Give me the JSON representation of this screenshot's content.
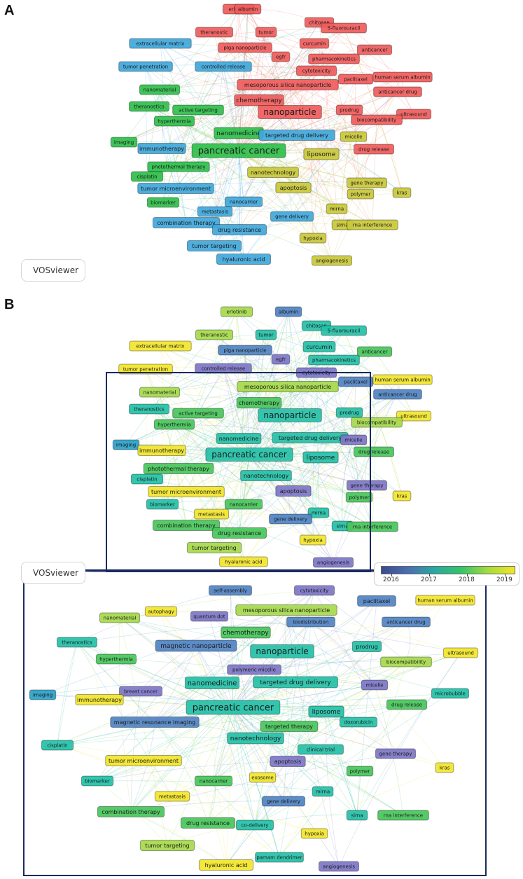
{
  "panels": {
    "a_letter": "A",
    "b_letter": "B"
  },
  "logo": {
    "text": "VOSviewer"
  },
  "colorbar": {
    "labels": [
      "2016",
      "2017",
      "2018",
      "2019"
    ]
  },
  "colors": {
    "red": "#f05b5b",
    "blue": "#3fa7db",
    "green": "#2ebf4a",
    "yellow": "#c9c838",
    "navy": "#1a2a5e",
    "ov_blue": "#4f82c2",
    "ov_purple": "#7d75c7",
    "ov_teal": "#23c0a7",
    "ov_green": "#46c65a",
    "ov_lime": "#a5d94a",
    "ov_yellow": "#f2e52a",
    "ov_cyan": "#2aa0c8"
  },
  "clusters_note_colors": {
    "red": "#f05b5b",
    "blue": "#3fa7db",
    "green": "#2ebf4a",
    "yellow": "#c9c838"
  },
  "network_a": [
    {
      "label": "erlotinib",
      "c": "red"
    },
    {
      "label": "albumin",
      "c": "red"
    },
    {
      "label": "chitosan",
      "c": "red"
    },
    {
      "label": "5-fluorouracil",
      "c": "red"
    },
    {
      "label": "theranostic",
      "c": "red"
    },
    {
      "label": "tumor",
      "c": "red"
    },
    {
      "label": "curcumin",
      "c": "red"
    },
    {
      "label": "anticancer",
      "c": "red"
    },
    {
      "label": "extracellular matrix",
      "c": "blue"
    },
    {
      "label": "plga nanoparticle",
      "c": "red"
    },
    {
      "label": "egfr",
      "c": "red"
    },
    {
      "label": "pharmacokinetics",
      "c": "red"
    },
    {
      "label": "tumor penetration",
      "c": "blue"
    },
    {
      "label": "controlled release",
      "c": "blue"
    },
    {
      "label": "cytotoxicity",
      "c": "red"
    },
    {
      "label": "human serum albumin",
      "c": "red"
    },
    {
      "label": "paclitaxel",
      "c": "red"
    },
    {
      "label": "nanomaterial",
      "c": "green"
    },
    {
      "label": "mesoporous silica nanoparticle",
      "c": "red"
    },
    {
      "label": "anticancer drug",
      "c": "red"
    },
    {
      "label": "theranostics",
      "c": "green"
    },
    {
      "label": "active targeting",
      "c": "green"
    },
    {
      "label": "chemotherapy",
      "c": "red"
    },
    {
      "label": "nanoparticle",
      "c": "red"
    },
    {
      "label": "prodrug",
      "c": "red"
    },
    {
      "label": "ultrasound",
      "c": "red"
    },
    {
      "label": "hyperthermia",
      "c": "green"
    },
    {
      "label": "biocompatibility",
      "c": "red"
    },
    {
      "label": "nanomedicine",
      "c": "green"
    },
    {
      "label": "targeted drug delivery",
      "c": "blue"
    },
    {
      "label": "micelle",
      "c": "yellow"
    },
    {
      "label": "imaging",
      "c": "green"
    },
    {
      "label": "immunotherapy",
      "c": "blue"
    },
    {
      "label": "pancreatic cancer",
      "c": "green"
    },
    {
      "label": "liposome",
      "c": "yellow"
    },
    {
      "label": "drug release",
      "c": "red"
    },
    {
      "label": "photothermal therapy",
      "c": "green"
    },
    {
      "label": "nanotechnology",
      "c": "yellow"
    },
    {
      "label": "cisplatin",
      "c": "green"
    },
    {
      "label": "gene therapy",
      "c": "yellow"
    },
    {
      "label": "tumor microenvironment",
      "c": "blue"
    },
    {
      "label": "apoptosis",
      "c": "yellow"
    },
    {
      "label": "polymer",
      "c": "yellow"
    },
    {
      "label": "kras",
      "c": "yellow"
    },
    {
      "label": "biomarker",
      "c": "green"
    },
    {
      "label": "nanocarrier",
      "c": "blue"
    },
    {
      "label": "metastasis",
      "c": "blue"
    },
    {
      "label": "mirna",
      "c": "yellow"
    },
    {
      "label": "gene delivery",
      "c": "blue"
    },
    {
      "label": "combination therapy",
      "c": "blue"
    },
    {
      "label": "sirna",
      "c": "yellow"
    },
    {
      "label": "rna interference",
      "c": "yellow"
    },
    {
      "label": "drug resistance",
      "c": "blue"
    },
    {
      "label": "hypoxia",
      "c": "yellow"
    },
    {
      "label": "tumor targeting",
      "c": "blue"
    },
    {
      "label": "hyaluronic acid",
      "c": "blue"
    },
    {
      "label": "angiogenesis",
      "c": "yellow"
    }
  ],
  "network_b": [
    {
      "label": "erlotinib",
      "c": "ov_lime"
    },
    {
      "label": "albumin",
      "c": "ov_blue"
    },
    {
      "label": "chitosan",
      "c": "ov_teal"
    },
    {
      "label": "5-fluorouracil",
      "c": "ov_teal"
    },
    {
      "label": "theranostic",
      "c": "ov_lime"
    },
    {
      "label": "tumor",
      "c": "ov_teal"
    },
    {
      "label": "curcumin",
      "c": "ov_teal"
    },
    {
      "label": "anticancer",
      "c": "ov_green"
    },
    {
      "label": "extracellular matrix",
      "c": "ov_yellow"
    },
    {
      "label": "plga nanoparticle",
      "c": "ov_blue"
    },
    {
      "label": "egfr",
      "c": "ov_purple"
    },
    {
      "label": "pharmacokinetics",
      "c": "ov_teal"
    },
    {
      "label": "tumor penetration",
      "c": "ov_yellow"
    },
    {
      "label": "controlled release",
      "c": "ov_purple"
    },
    {
      "label": "cytotoxicity",
      "c": "ov_purple"
    },
    {
      "label": "human serum albumin",
      "c": "ov_yellow"
    },
    {
      "label": "paclitaxel",
      "c": "ov_blue"
    },
    {
      "label": "nanomaterial",
      "c": "ov_lime"
    },
    {
      "label": "mesoporous silica nanoparticle",
      "c": "ov_lime"
    },
    {
      "label": "anticancer drug",
      "c": "ov_blue"
    },
    {
      "label": "theranostics",
      "c": "ov_teal"
    },
    {
      "label": "active targeting",
      "c": "ov_green"
    },
    {
      "label": "chemotherapy",
      "c": "ov_green"
    },
    {
      "label": "nanoparticle",
      "c": "ov_teal"
    },
    {
      "label": "prodrug",
      "c": "ov_teal"
    },
    {
      "label": "ultrasound",
      "c": "ov_yellow"
    },
    {
      "label": "hyperthermia",
      "c": "ov_green"
    },
    {
      "label": "biocompatibility",
      "c": "ov_lime"
    },
    {
      "label": "nanomedicine",
      "c": "ov_teal"
    },
    {
      "label": "targeted drug delivery",
      "c": "ov_teal"
    },
    {
      "label": "micelle",
      "c": "ov_purple"
    },
    {
      "label": "imaging",
      "c": "ov_cyan"
    },
    {
      "label": "immunotherapy",
      "c": "ov_yellow"
    },
    {
      "label": "pancreatic cancer",
      "c": "ov_teal"
    },
    {
      "label": "liposome",
      "c": "ov_teal"
    },
    {
      "label": "drug release",
      "c": "ov_green"
    },
    {
      "label": "photothermal therapy",
      "c": "ov_green"
    },
    {
      "label": "nanotechnology",
      "c": "ov_teal"
    },
    {
      "label": "cisplatin",
      "c": "ov_teal"
    },
    {
      "label": "gene therapy",
      "c": "ov_purple"
    },
    {
      "label": "tumor microenvironment",
      "c": "ov_yellow"
    },
    {
      "label": "apoptosis",
      "c": "ov_purple"
    },
    {
      "label": "polymer",
      "c": "ov_green"
    },
    {
      "label": "kras",
      "c": "ov_yellow"
    },
    {
      "label": "biomarker",
      "c": "ov_teal"
    },
    {
      "label": "nanocarrier",
      "c": "ov_green"
    },
    {
      "label": "metastasis",
      "c": "ov_yellow"
    },
    {
      "label": "mirna",
      "c": "ov_teal"
    },
    {
      "label": "gene delivery",
      "c": "ov_blue"
    },
    {
      "label": "combination therapy",
      "c": "ov_green"
    },
    {
      "label": "sirna",
      "c": "ov_teal"
    },
    {
      "label": "rna interference",
      "c": "ov_green"
    },
    {
      "label": "drug resistance",
      "c": "ov_green"
    },
    {
      "label": "hypoxia",
      "c": "ov_yellow"
    },
    {
      "label": "tumor targeting",
      "c": "ov_lime"
    },
    {
      "label": "hyaluronic acid",
      "c": "ov_yellow"
    },
    {
      "label": "angiogenesis",
      "c": "ov_purple"
    }
  ],
  "network_zoom": [
    {
      "label": "self-assembly",
      "c": "ov_blue"
    },
    {
      "label": "cytotoxicity",
      "c": "ov_purple"
    },
    {
      "label": "paclitaxel",
      "c": "ov_blue"
    },
    {
      "label": "human serum albumin",
      "c": "ov_yellow"
    },
    {
      "label": "mesoporous silica nanoparticle",
      "c": "ov_lime"
    },
    {
      "label": "nanomaterial",
      "c": "ov_lime"
    },
    {
      "label": "autophagy",
      "c": "ov_yellow"
    },
    {
      "label": "quantum dot",
      "c": "ov_purple"
    },
    {
      "label": "biodistribution",
      "c": "ov_blue"
    },
    {
      "label": "anticancer drug",
      "c": "ov_blue"
    },
    {
      "label": "chemotherapy",
      "c": "ov_green"
    },
    {
      "label": "theranostics",
      "c": "ov_teal"
    },
    {
      "label": "magnetic nanoparticle",
      "c": "ov_blue"
    },
    {
      "label": "nanoparticle",
      "c": "ov_teal"
    },
    {
      "label": "prodrug",
      "c": "ov_teal"
    },
    {
      "label": "ultrasound",
      "c": "ov_yellow"
    },
    {
      "label": "hyperthermia",
      "c": "ov_green"
    },
    {
      "label": "polymeric micelle",
      "c": "ov_purple"
    },
    {
      "label": "biocompatibility",
      "c": "ov_lime"
    },
    {
      "label": "nanomedicine",
      "c": "ov_teal"
    },
    {
      "label": "targeted drug delivery",
      "c": "ov_teal"
    },
    {
      "label": "breast cancer",
      "c": "ov_purple"
    },
    {
      "label": "micelle",
      "c": "ov_purple"
    },
    {
      "label": "imaging",
      "c": "ov_cyan"
    },
    {
      "label": "immunotherapy",
      "c": "ov_yellow"
    },
    {
      "label": "pancreatic cancer",
      "c": "ov_teal"
    },
    {
      "label": "liposome",
      "c": "ov_teal"
    },
    {
      "label": "drug release",
      "c": "ov_green"
    },
    {
      "label": "microbubble",
      "c": "ov_teal"
    },
    {
      "label": "magnetic resonance imaging",
      "c": "ov_blue"
    },
    {
      "label": "doxorubicin",
      "c": "ov_teal"
    },
    {
      "label": "targeted therapy",
      "c": "ov_green"
    },
    {
      "label": "cisplatin",
      "c": "ov_teal"
    },
    {
      "label": "nanotechnology",
      "c": "ov_teal"
    },
    {
      "label": "clinical trial",
      "c": "ov_teal"
    },
    {
      "label": "tumor microenvironment",
      "c": "ov_yellow"
    },
    {
      "label": "apoptosis",
      "c": "ov_purple"
    },
    {
      "label": "gene therapy",
      "c": "ov_purple"
    },
    {
      "label": "kras",
      "c": "ov_yellow"
    },
    {
      "label": "biomarker",
      "c": "ov_teal"
    },
    {
      "label": "nanocarrier",
      "c": "ov_green"
    },
    {
      "label": "exosome",
      "c": "ov_yellow"
    },
    {
      "label": "polymer",
      "c": "ov_green"
    },
    {
      "label": "metastasis",
      "c": "ov_yellow"
    },
    {
      "label": "mirna",
      "c": "ov_teal"
    },
    {
      "label": "gene delivery",
      "c": "ov_blue"
    },
    {
      "label": "combination therapy",
      "c": "ov_green"
    },
    {
      "label": "sirna",
      "c": "ov_teal"
    },
    {
      "label": "rna interference",
      "c": "ov_green"
    },
    {
      "label": "drug resistance",
      "c": "ov_green"
    },
    {
      "label": "co-delivery",
      "c": "ov_teal"
    },
    {
      "label": "hypoxia",
      "c": "ov_yellow"
    },
    {
      "label": "tumor targeting",
      "c": "ov_lime"
    },
    {
      "label": "hyaluronic acid",
      "c": "ov_yellow"
    },
    {
      "label": "pamam dendrimer",
      "c": "ov_teal"
    },
    {
      "label": "angiogenesis",
      "c": "ov_purple"
    }
  ]
}
